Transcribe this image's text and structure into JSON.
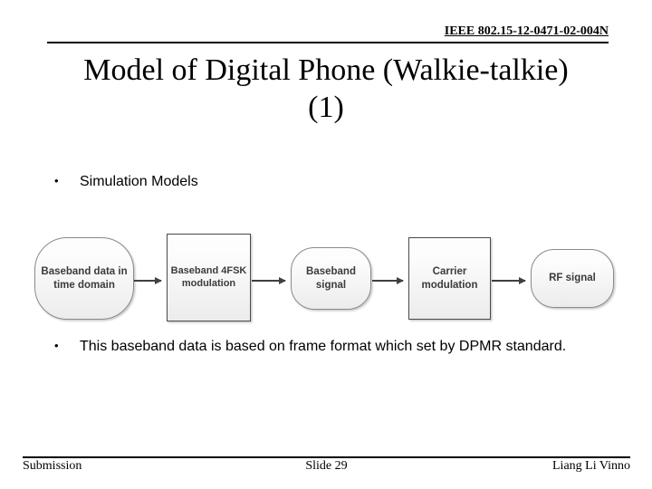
{
  "header": {
    "doc_number": "IEEE 802.15-12-0471-02-004N"
  },
  "title": {
    "line1": "Model of Digital Phone (Walkie-talkie)",
    "line2": "(1)"
  },
  "bullets": {
    "first": "Simulation Models",
    "second": "This baseband data is based on frame format which set by DPMR standard.",
    "marker": "•"
  },
  "flowchart": {
    "nodes": [
      {
        "label": "Baseband data in time domain",
        "shape": "rounded"
      },
      {
        "label": "Baseband 4FSK modulation",
        "shape": "rect"
      },
      {
        "label": "Baseband signal",
        "shape": "rounded"
      },
      {
        "label": "Carrier modulation",
        "shape": "rect"
      },
      {
        "label": "RF signal",
        "shape": "rounded"
      }
    ],
    "colors": {
      "node_fill_top": "#fdfdfd",
      "node_fill_bottom": "#ececec",
      "rounded_border": "#8a8a8a",
      "rect_border": "#4a4a4a",
      "node_text": "#3b3b3b",
      "arrow": "#404040"
    }
  },
  "footer": {
    "left": "Submission",
    "center": "Slide 29",
    "right": "Liang Li Vinno"
  }
}
